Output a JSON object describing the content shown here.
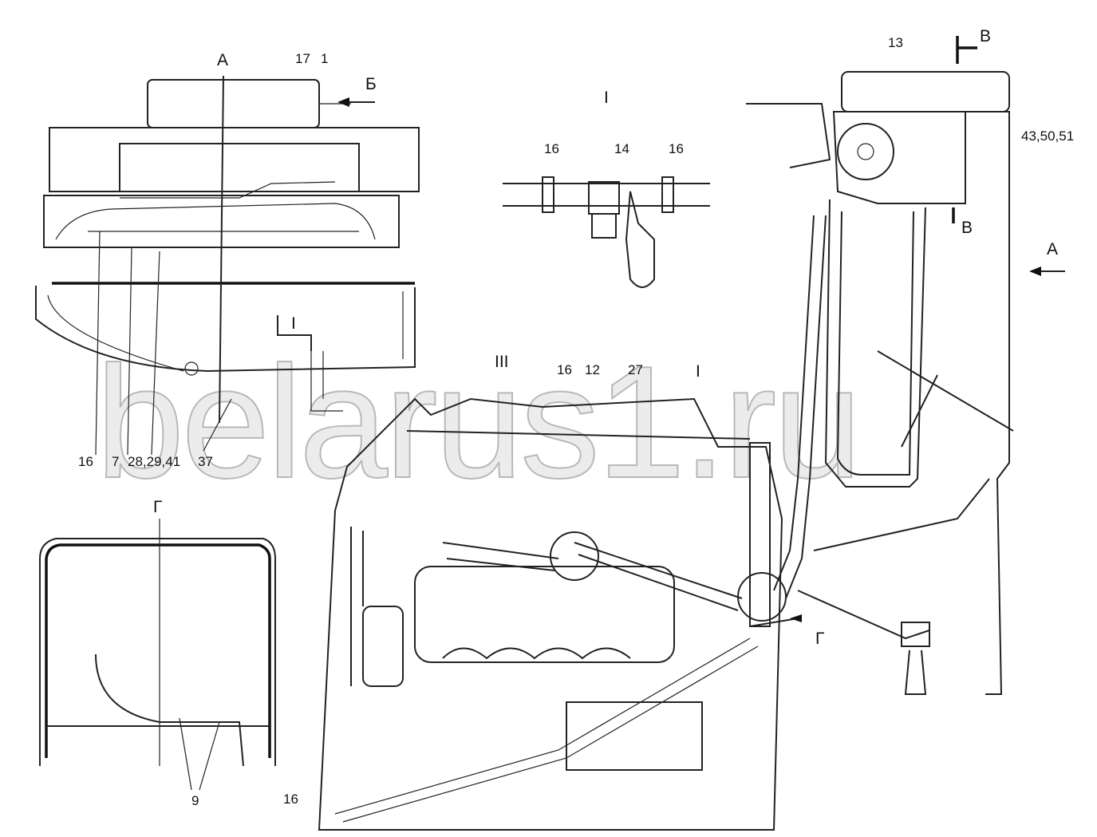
{
  "watermark": "belarus1.ru",
  "view_a_top": {
    "view": "А",
    "arrow_b": "Б",
    "callout_17": "17",
    "callout_1": "1",
    "section": "I"
  },
  "view_a_bottom_callouts": [
    "16",
    "7",
    "28,29,41",
    "37"
  ],
  "detail_i": {
    "title": "I",
    "callouts": [
      "16",
      "14",
      "16"
    ]
  },
  "side_view": {
    "callout_13": "13",
    "section_v_top": "В",
    "section_v_bottom": "В",
    "callout_43": "43,50,51",
    "arrow_a": "А"
  },
  "engine_view": {
    "detail_iii": "III",
    "callouts": [
      "16",
      "12",
      "27"
    ],
    "detail_i": "I",
    "arrow_g": "Г",
    "callout_16_bottom": "16"
  },
  "view_g": {
    "title": "Г",
    "callout_9": "9"
  }
}
